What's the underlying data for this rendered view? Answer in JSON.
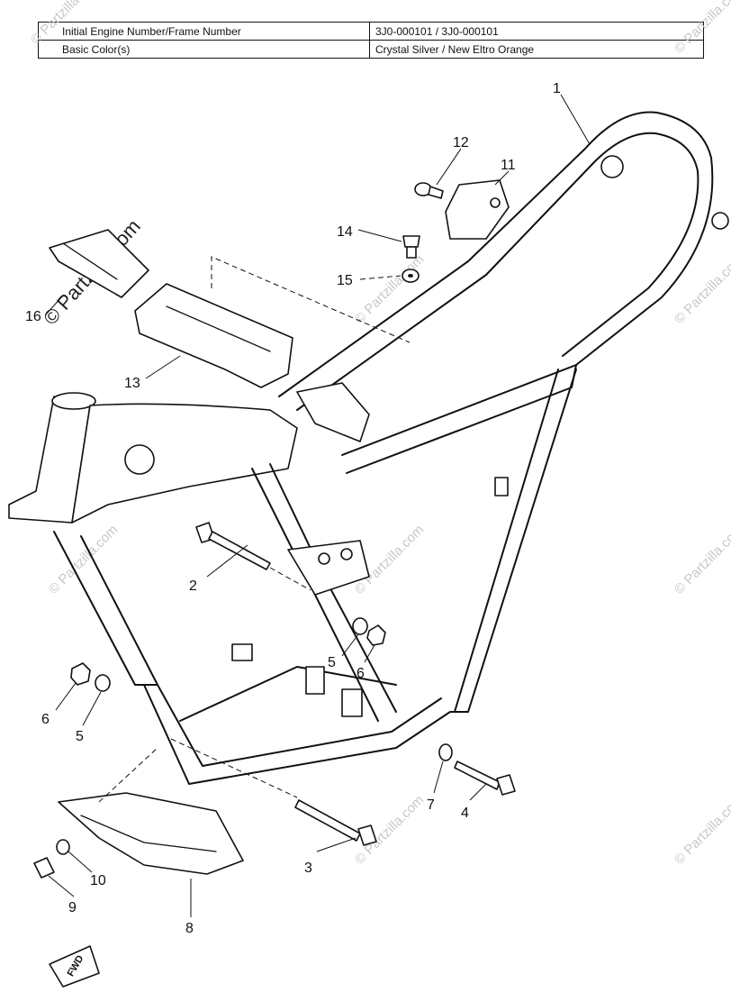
{
  "info_table": {
    "row1_label": "Initial Engine Number/Frame Number",
    "row1_value": "3J0-000101 / 3J0-000101",
    "row2_label": "Basic Color(s)",
    "row2_value": "Crystal Silver / New Eltro Orange"
  },
  "watermark": {
    "text": "© Partzilla.com"
  },
  "fwd_label": "FWD",
  "callouts": {
    "c1": "1",
    "c2": "2",
    "c3": "3",
    "c4": "4",
    "c5a": "5",
    "c5b": "5",
    "c6a": "6",
    "c6b": "6",
    "c7": "7",
    "c8": "8",
    "c9": "9",
    "c10": "10",
    "c11": "11",
    "c12": "12",
    "c13": "13",
    "c14": "14",
    "c15": "15",
    "c16": "16"
  }
}
